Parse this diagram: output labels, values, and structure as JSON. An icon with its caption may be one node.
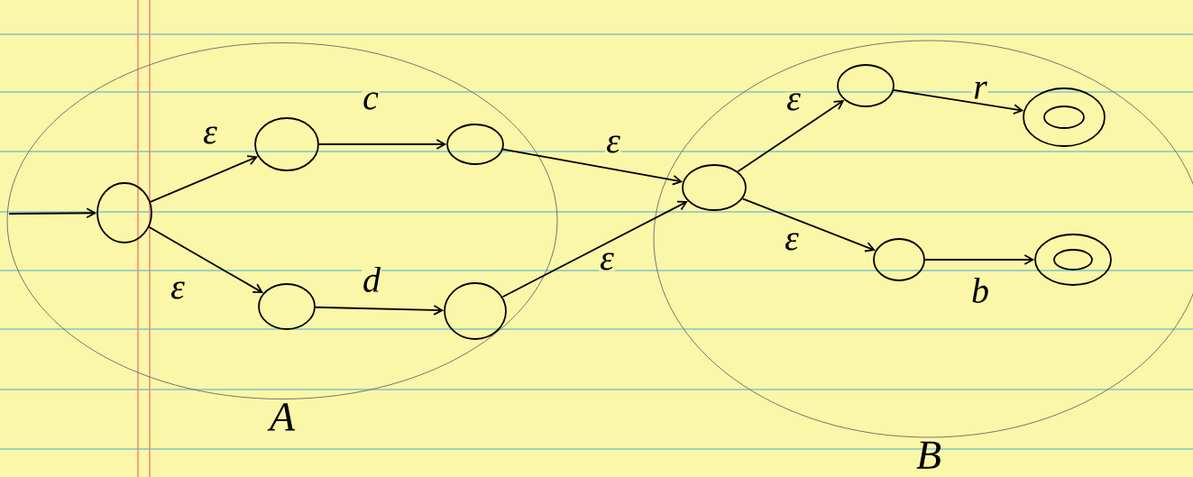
{
  "diagram": {
    "nodes": [
      {
        "text": [
          "A"
        ]
      },
      {
        "text": [],
        "shape": "circle",
        "in": 0
      },
      {
        "text": [],
        "shape": "circle",
        "in": 0
      },
      {
        "text": [],
        "shape": "circle",
        "in": 0
      },
      {
        "text": [],
        "shape": "circle",
        "in": 0
      },
      {
        "text": [],
        "shape": "circle",
        "in": 0
      },
      {
        "text": [
          "B"
        ]
      },
      {
        "text": [],
        "shape": "circle",
        "in": 6
      },
      {
        "text": [],
        "shape": "circle",
        "in": 6
      },
      {
        "text": [],
        "shape": "circle",
        "in": 6
      },
      {
        "text": [],
        "shape": "circle",
        "in": 6
      },
      {
        "text": [],
        "shape": "circle",
        "in": 6
      }
    ],
    "edges": [
      {
        "from": null,
        "to": 1,
        "arrow": "to"
      },
      {
        "from": 1,
        "to": 2,
        "arrow": "to",
        "label": "ε"
      },
      {
        "from": 1,
        "to": 4,
        "arrow": "to",
        "label": "ε"
      },
      {
        "from": 2,
        "to": 3,
        "arrow": "to",
        "label": "c"
      },
      {
        "from": 4,
        "to": 5,
        "arrow": "to",
        "label": "d"
      },
      {
        "from": 3,
        "to": 7,
        "arrow": "to",
        "label": "ε"
      },
      {
        "from": 5,
        "to": 7,
        "arrow": "to",
        "label": "ε"
      },
      {
        "from": 7,
        "to": 8,
        "arrow": "to",
        "label": "ε"
      },
      {
        "from": 7,
        "to": 10,
        "arrow": "to",
        "label": "ε"
      },
      {
        "from": 8,
        "to": 9,
        "arrow": "to",
        "label": "r"
      },
      {
        "from": 10,
        "to": 11,
        "arrow": "to",
        "label": "b"
      }
    ]
  }
}
